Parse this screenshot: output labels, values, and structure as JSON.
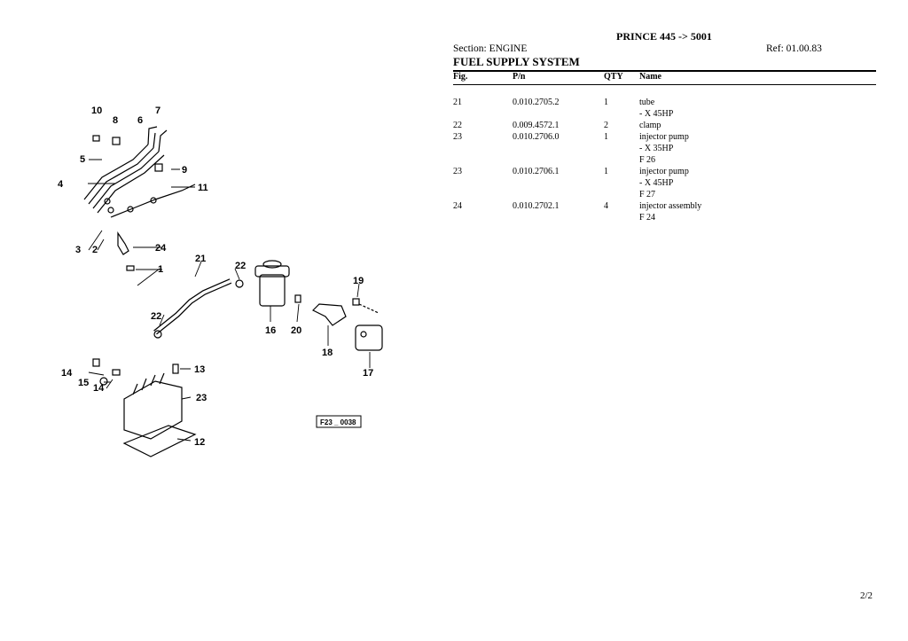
{
  "header": {
    "title": "PRINCE 445 -> 5001",
    "section": "Section: ENGINE",
    "ref": "Ref: 01.00.83",
    "system": "FUEL SUPPLY SYSTEM"
  },
  "table": {
    "columns": [
      "Fig.",
      "P/n",
      "QTY",
      "Name"
    ],
    "rows": [
      {
        "fig": "21",
        "pn": "0.010.2705.2",
        "qty": "1",
        "name": "tube"
      },
      {
        "fig": "",
        "pn": "",
        "qty": "",
        "name": "- X 45HP"
      },
      {
        "fig": "22",
        "pn": "0.009.4572.1",
        "qty": "2",
        "name": "clamp"
      },
      {
        "fig": "23",
        "pn": "0.010.2706.0",
        "qty": "1",
        "name": "injector pump"
      },
      {
        "fig": "",
        "pn": "",
        "qty": "",
        "name": "- X 35HP"
      },
      {
        "fig": "",
        "pn": "",
        "qty": "",
        "name": "F 26"
      },
      {
        "fig": "23",
        "pn": "0.010.2706.1",
        "qty": "1",
        "name": "injector pump"
      },
      {
        "fig": "",
        "pn": "",
        "qty": "",
        "name": "- X 45HP"
      },
      {
        "fig": "",
        "pn": "",
        "qty": "",
        "name": "F 27"
      },
      {
        "fig": "24",
        "pn": "0.010.2702.1",
        "qty": "4",
        "name": "injector assembly"
      },
      {
        "fig": "",
        "pn": "",
        "qty": "",
        "name": "F 24"
      }
    ]
  },
  "diagram": {
    "code": "F23 _ 0038",
    "callouts": [
      "10",
      "8",
      "6",
      "7",
      "5",
      "9",
      "4",
      "11",
      "3",
      "2",
      "24",
      "1",
      "21",
      "22",
      "19",
      "22",
      "16",
      "20",
      "18",
      "14",
      "13",
      "15",
      "14",
      "17",
      "23",
      "12"
    ]
  },
  "footer": {
    "page": "2/2"
  }
}
